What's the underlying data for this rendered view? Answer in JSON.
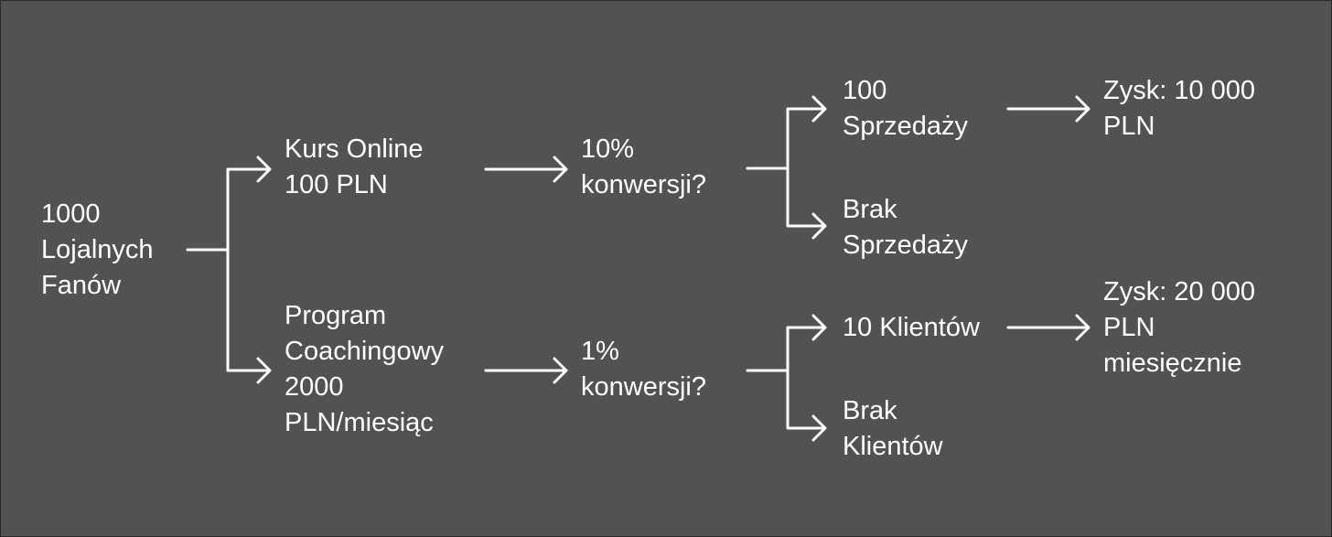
{
  "diagram": {
    "colors": {
      "background": "#525252",
      "text": "#ffffff",
      "lines": "#ffffff"
    },
    "nodes": [
      {
        "id": "root",
        "lines": [
          "1000",
          "Lojalnych",
          "Fanów"
        ]
      },
      {
        "id": "course",
        "lines": [
          "Kurs Online",
          "100 PLN"
        ]
      },
      {
        "id": "coaching",
        "lines": [
          "Program",
          "Coachingowy",
          "2000",
          "PLN/miesiąc"
        ]
      },
      {
        "id": "course-conversion",
        "lines": [
          "10%",
          "konwersji?"
        ]
      },
      {
        "id": "coaching-conversion",
        "lines": [
          "1%",
          "konwersji?"
        ]
      },
      {
        "id": "course-sales",
        "lines": [
          "100",
          "Sprzedaży"
        ]
      },
      {
        "id": "course-no-sales",
        "lines": [
          "Brak",
          "Sprzedaży"
        ]
      },
      {
        "id": "coaching-clients",
        "lines": [
          "10 Klientów"
        ]
      },
      {
        "id": "coaching-no-clients",
        "lines": [
          "Brak",
          "Klientów"
        ]
      },
      {
        "id": "course-profit",
        "lines": [
          "Zysk: 10 000",
          "PLN"
        ]
      },
      {
        "id": "coaching-profit",
        "lines": [
          "Zysk: 20 000",
          "PLN",
          "miesięcznie"
        ]
      }
    ],
    "edges": [
      {
        "from": "root",
        "to": "course"
      },
      {
        "from": "root",
        "to": "coaching"
      },
      {
        "from": "course",
        "to": "course-conversion"
      },
      {
        "from": "coaching",
        "to": "coaching-conversion"
      },
      {
        "from": "course-conversion",
        "to": "course-sales"
      },
      {
        "from": "course-conversion",
        "to": "course-no-sales"
      },
      {
        "from": "coaching-conversion",
        "to": "coaching-clients"
      },
      {
        "from": "coaching-conversion",
        "to": "coaching-no-clients"
      },
      {
        "from": "course-sales",
        "to": "course-profit"
      },
      {
        "from": "coaching-clients",
        "to": "coaching-profit"
      }
    ]
  }
}
